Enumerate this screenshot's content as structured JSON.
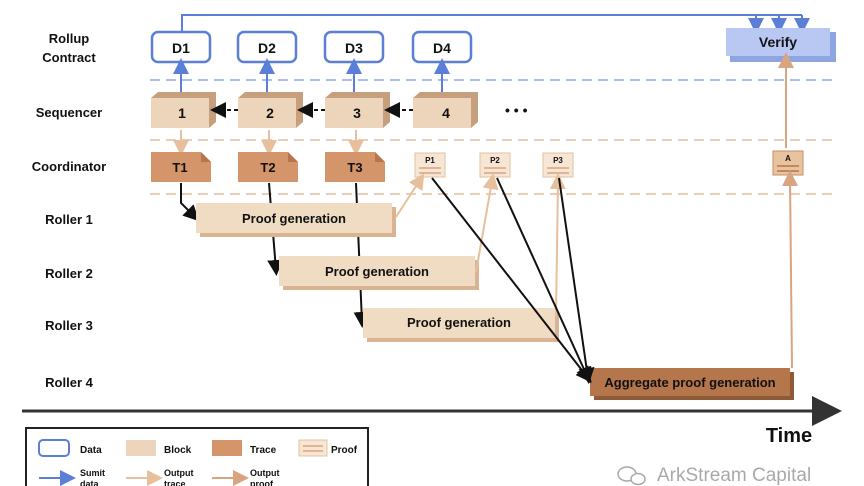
{
  "rows": {
    "rollup_contract": [
      "Rollup",
      "Contract"
    ],
    "sequencer": "Sequencer",
    "coordinator": "Coordinator",
    "roller1": "Roller 1",
    "roller2": "Roller 2",
    "roller3": "Roller 3",
    "roller4": "Roller 4"
  },
  "data_items": [
    "D1",
    "D2",
    "D3",
    "D4"
  ],
  "verify_label": "Verify",
  "blocks": [
    "1",
    "2",
    "3",
    "4"
  ],
  "ellipsis": "• • •",
  "traces": [
    "T1",
    "T2",
    "T3"
  ],
  "proofs": [
    "P1",
    "P2",
    "P3"
  ],
  "aggregate_badge": "A",
  "proof_generation_label": "Proof generation",
  "aggregate_label": "Aggregate proof generation",
  "time_label": "Time",
  "legend": {
    "data": "Data",
    "block": "Block",
    "trace": "Trace",
    "proof": "Proof",
    "submit_data": [
      "Sumit",
      "data"
    ],
    "output_trace": [
      "Output",
      "trace"
    ],
    "output_proof": [
      "Output",
      "proof"
    ]
  },
  "watermark": "ArkStream Capital",
  "colors": {
    "data_blue": "#5b7fd6",
    "verify_fill": "#b9c8f3",
    "block_fill": "#ecd5bb",
    "block_side": "#c6a07c",
    "trace_fill": "#d4956a",
    "proof_gen_fill": "#f0dcc3",
    "aggregate_fill": "#b5764b",
    "output_trace": "#f0c9a8",
    "output_proof": "#d9a480",
    "dashed_blue": "#a8bdf0",
    "dashed_tan": "#e9cdb4"
  }
}
